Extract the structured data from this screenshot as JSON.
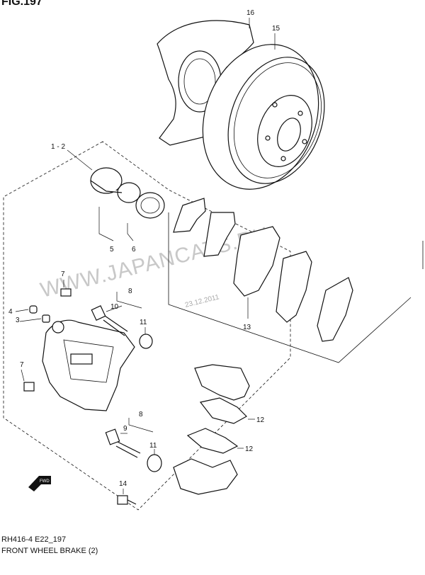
{
  "figure_number": "FIG.197",
  "callouts": {
    "c1_2": "1 - 2",
    "c3": "3",
    "c4": "4",
    "c5": "5",
    "c6": "6",
    "c7a": "7",
    "c7b": "7",
    "c8a": "8",
    "c8b": "8",
    "c9": "9",
    "c10": "10",
    "c11a": "11",
    "c11b": "11",
    "c12a": "12",
    "c12b": "12",
    "c13": "13",
    "c14": "14",
    "c15": "15",
    "c16": "16"
  },
  "watermark": "WWW.JAPANCATS.RU",
  "date_stamp": "23.12.2011",
  "fwd_label": "FWD",
  "caption": {
    "code": "RH416-4 E22_197",
    "title": "FRONT WHEEL BRAKE (2)"
  }
}
